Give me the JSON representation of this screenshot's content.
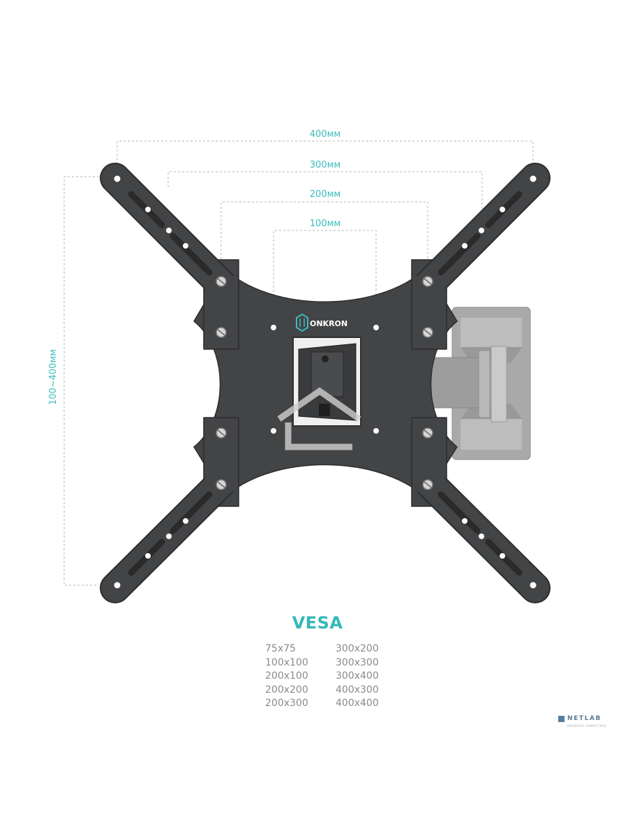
{
  "dimensions": {
    "width_400": "400мм",
    "width_300": "300мм",
    "width_200": "200мм",
    "width_100": "100мм",
    "height_range": "100~400мм"
  },
  "brand": {
    "logo_text": "ONKRON",
    "accent_color": "#3bbcbc"
  },
  "vesa": {
    "title": "VESA",
    "left_column": [
      "75x75",
      "100x100",
      "200x100",
      "200x200",
      "200x300"
    ],
    "right_column": [
      "300x200",
      "300x300",
      "300x400",
      "400x300",
      "400x400"
    ]
  },
  "watermark": {
    "text": "NETLAB",
    "subtext": "UNIVERSE COMPUTERS"
  }
}
